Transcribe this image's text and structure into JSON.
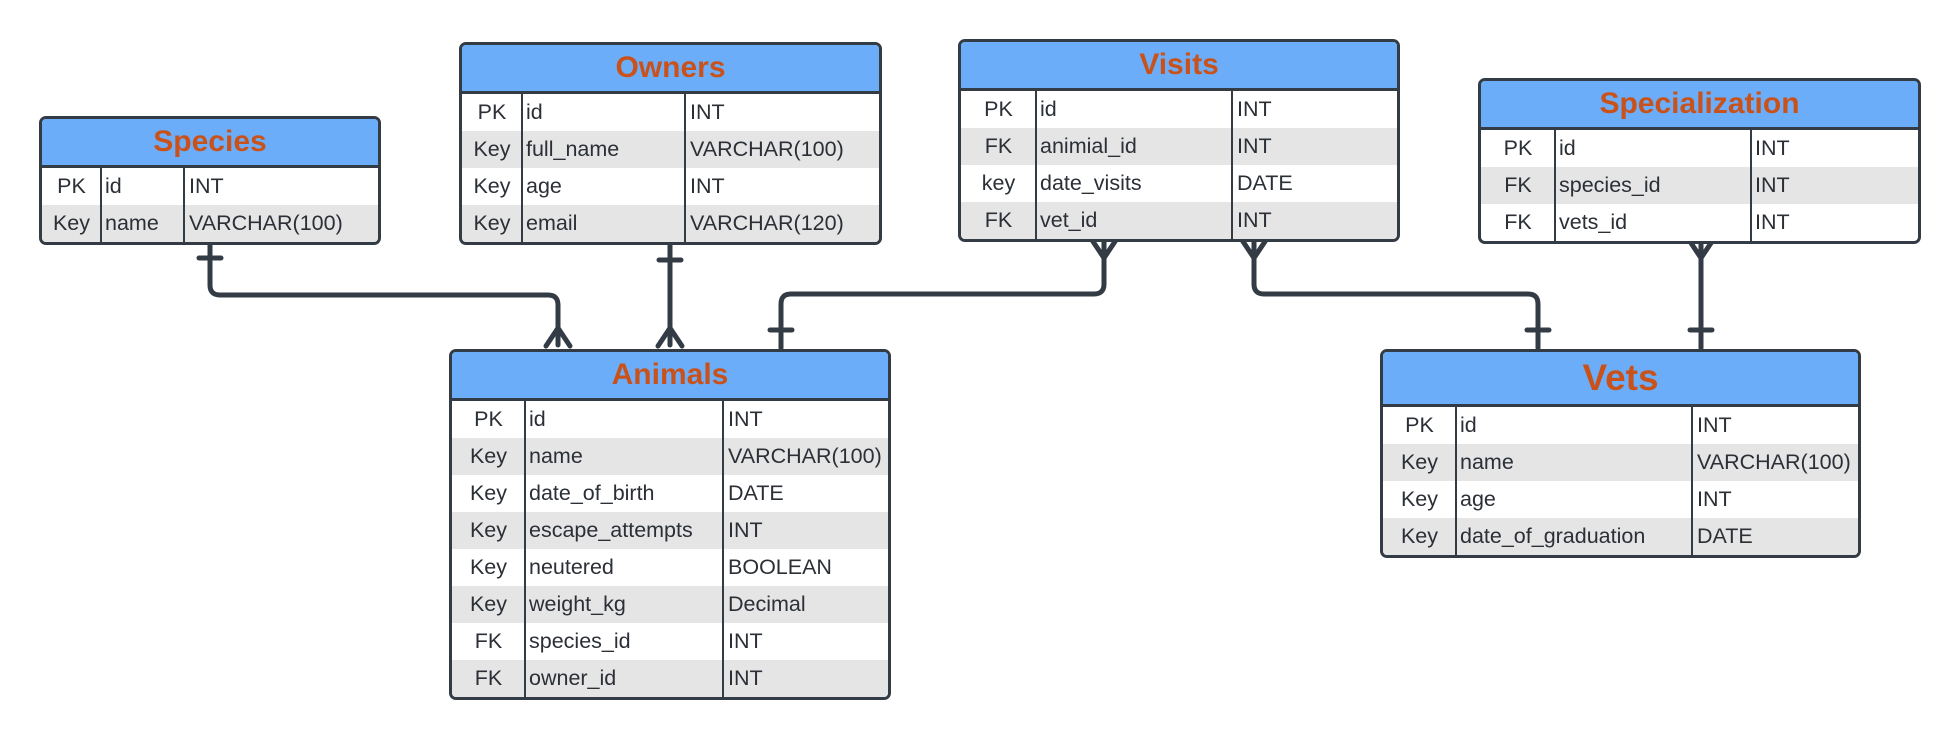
{
  "colors": {
    "header_fill": "#6cadfa",
    "header_text": "#c9521a",
    "border": "#333b45",
    "alt_row": "#e5e5e5"
  },
  "tables": {
    "species": {
      "title": "Species",
      "rows": [
        {
          "key": "PK",
          "name": "id",
          "type": "INT"
        },
        {
          "key": "Key",
          "name": "name",
          "type": "VARCHAR(100)"
        }
      ]
    },
    "owners": {
      "title": "Owners",
      "rows": [
        {
          "key": "PK",
          "name": "id",
          "type": "INT"
        },
        {
          "key": "Key",
          "name": "full_name",
          "type": "VARCHAR(100)"
        },
        {
          "key": "Key",
          "name": "age",
          "type": "INT"
        },
        {
          "key": "Key",
          "name": "email",
          "type": "VARCHAR(120)"
        }
      ]
    },
    "visits": {
      "title": "Visits",
      "rows": [
        {
          "key": "PK",
          "name": "id",
          "type": "INT"
        },
        {
          "key": "FK",
          "name": "animial_id",
          "type": "INT"
        },
        {
          "key": "key",
          "name": "date_visits",
          "type": "DATE"
        },
        {
          "key": "FK",
          "name": "vet_id",
          "type": "INT"
        }
      ]
    },
    "specialization": {
      "title": "Specialization",
      "rows": [
        {
          "key": "PK",
          "name": "id",
          "type": "INT"
        },
        {
          "key": "FK",
          "name": "species_id",
          "type": "INT"
        },
        {
          "key": "FK",
          "name": "vets_id",
          "type": "INT"
        }
      ]
    },
    "animals": {
      "title": "Animals",
      "rows": [
        {
          "key": "PK",
          "name": "id",
          "type": "INT"
        },
        {
          "key": "Key",
          "name": "name",
          "type": "VARCHAR(100)"
        },
        {
          "key": "Key",
          "name": "date_of_birth",
          "type": "DATE"
        },
        {
          "key": "Key",
          "name": "escape_attempts",
          "type": "INT"
        },
        {
          "key": "Key",
          "name": "neutered",
          "type": "BOOLEAN"
        },
        {
          "key": "Key",
          "name": "weight_kg",
          "type": "Decimal"
        },
        {
          "key": "FK",
          "name": "species_id",
          "type": "INT"
        },
        {
          "key": "FK",
          "name": "owner_id",
          "type": "INT"
        }
      ]
    },
    "vets": {
      "title": "Vets",
      "rows": [
        {
          "key": "PK",
          "name": "id",
          "type": "INT"
        },
        {
          "key": "Key",
          "name": "name",
          "type": "VARCHAR(100)"
        },
        {
          "key": "Key",
          "name": "age",
          "type": "INT"
        },
        {
          "key": "Key",
          "name": "date_of_graduation",
          "type": "DATE"
        }
      ]
    }
  },
  "relationships": [
    {
      "from": "species",
      "to": "animals",
      "from_end": "one",
      "to_end": "many"
    },
    {
      "from": "owners",
      "to": "animals",
      "from_end": "one",
      "to_end": "many"
    },
    {
      "from": "animals",
      "to": "visits",
      "from_end": "one",
      "to_end": "many"
    },
    {
      "from": "vets",
      "to": "visits",
      "from_end": "one",
      "to_end": "many"
    },
    {
      "from": "vets",
      "to": "specialization",
      "from_end": "one",
      "to_end": "many"
    }
  ]
}
